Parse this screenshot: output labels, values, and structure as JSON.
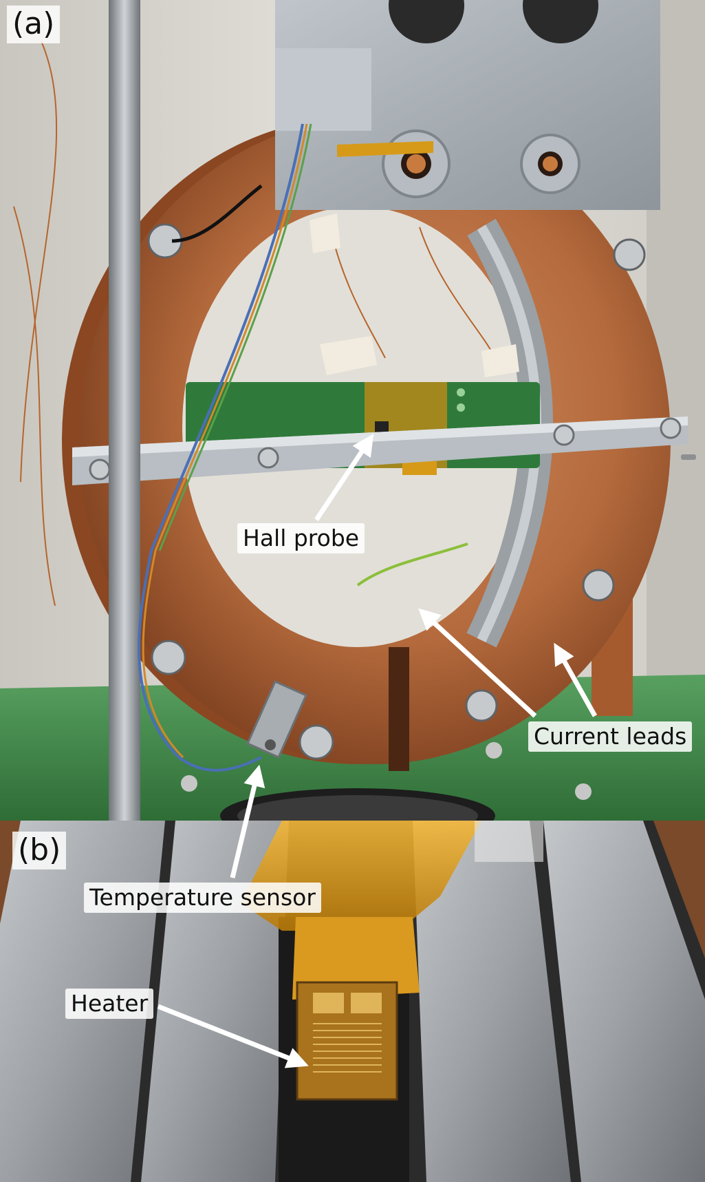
{
  "panels": {
    "a": {
      "label": "(a)"
    },
    "b": {
      "label": "(b)"
    }
  },
  "callouts": {
    "hall_probe": "Hall probe",
    "current_leads": "Current leads",
    "temperature_sensor": "Temperature sensor",
    "heater": "Heater"
  },
  "colors": {
    "copper": "#b46a3c",
    "copper_dark": "#7c3f1f",
    "aluminium": "#a9b0b6",
    "pcb_green": "#2f7a3a",
    "base_green": "#3f8a4a",
    "kapton": "#d79a18",
    "steel_plate": "#9ea2a6"
  }
}
